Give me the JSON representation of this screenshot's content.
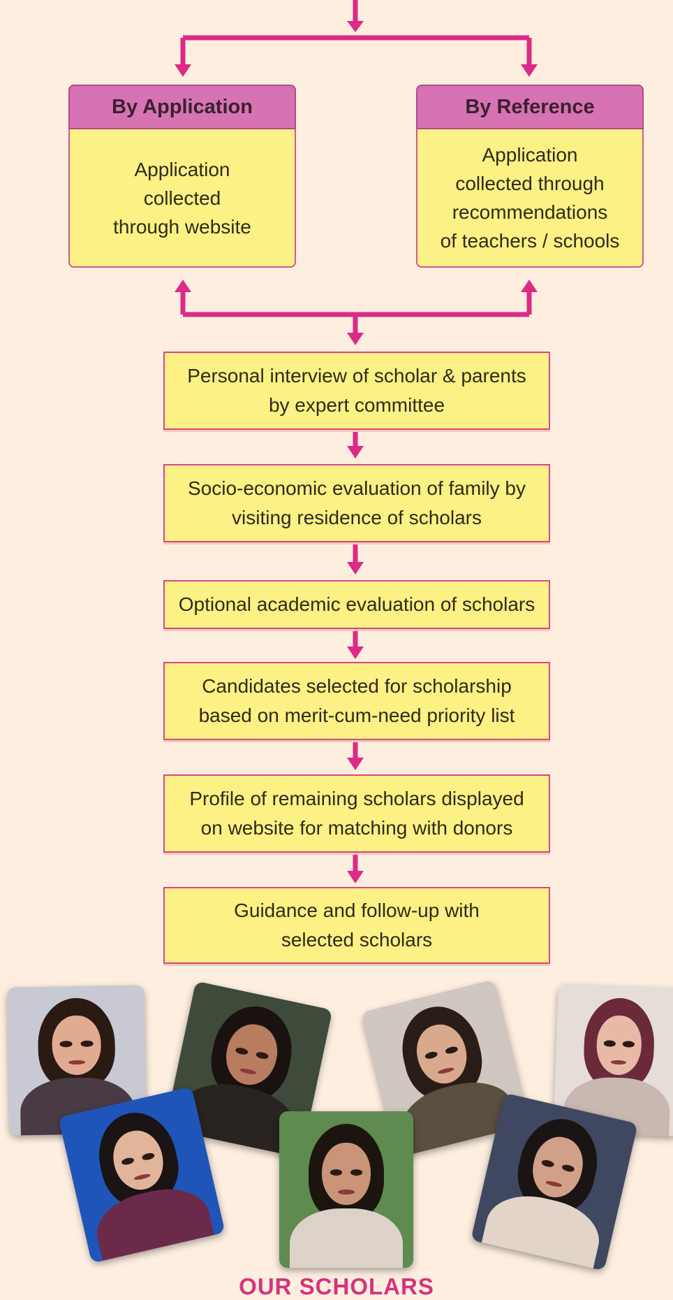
{
  "flow": {
    "routes": [
      {
        "title": "By Application",
        "body": "Application\ncollected\nthrough website"
      },
      {
        "title": "By Reference",
        "body": "Application\ncollected through\nrecommendations\nof teachers / schools"
      }
    ],
    "steps": [
      "Personal interview of scholar & parents\nby expert committee",
      "Socio-economic evaluation of family by\nvisiting residence of scholars",
      "Optional academic evaluation of scholars",
      "Candidates selected for scholarship\nbased on merit-cum-need priority list",
      "Profile of remaining scholars displayed\non website for matching with donors",
      "Guidance and follow-up with\nselected scholars"
    ]
  },
  "scholars": {
    "caption": "OUR SCHOLARS",
    "photos": [
      {
        "background": "#c9c9d3",
        "hair": "#2b1a14",
        "skin": "#e0ab91",
        "clothes": "#4a3a44"
      },
      {
        "background": "#3e4a3a",
        "hair": "#1a1210",
        "skin": "#b77d5e",
        "clothes": "#2a2420"
      },
      {
        "background": "#cfc7c0",
        "hair": "#2a1c16",
        "skin": "#d8a98c",
        "clothes": "#5a5040"
      },
      {
        "background": "#e6ddd8",
        "hair": "#6a2a3a",
        "skin": "#e8b9a6",
        "clothes": "#c8b8b0"
      },
      {
        "background": "#1f55b8",
        "hair": "#1a1414",
        "skin": "#e2b49a",
        "clothes": "#6b2a4a"
      },
      {
        "background": "#5f8a50",
        "hair": "#1c140f",
        "skin": "#c99478",
        "clothes": "#ddd2c8"
      },
      {
        "background": "#3f4860",
        "hair": "#1a1414",
        "skin": "#d2a088",
        "clothes": "#e2d4c8"
      }
    ]
  },
  "colors": {
    "background": "#fdeee0",
    "box_fill": "#fbf184",
    "header_fill": "#d773b2",
    "arrow": "#dd2a86",
    "caption": "#d4337c"
  }
}
